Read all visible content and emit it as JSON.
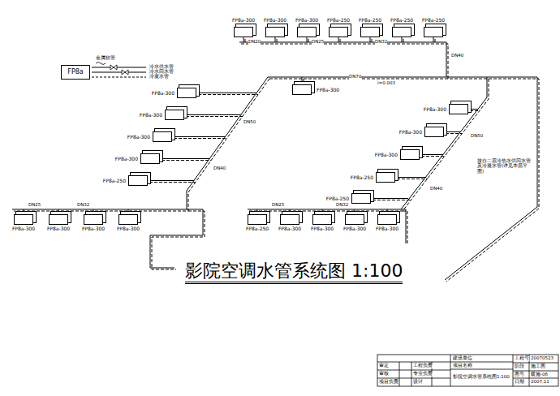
{
  "diagram": {
    "title": "影院空调水管系统图 1:100",
    "nodes": [
      {
        "text": [
          "FP8a"
        ]
      },
      {
        "text": [
          "FP8a-300"
        ]
      },
      {
        "text": [
          "FP8a-300"
        ]
      },
      {
        "text": [
          "FP8a-300"
        ]
      },
      {
        "text": [
          "FP8a-250"
        ]
      },
      {
        "text": [
          "FP8a-250"
        ]
      },
      {
        "text": [
          "FP8a-250"
        ]
      },
      {
        "text": [
          "FP8a-250"
        ]
      },
      {
        "text": [
          "FP8a-300"
        ]
      },
      {
        "text": [
          "FP8a-300"
        ]
      },
      {
        "text": [
          "FP8a-300"
        ]
      },
      {
        "text": [
          "FP8a-300"
        ]
      },
      {
        "text": [
          "FP8a-300"
        ]
      },
      {
        "text": [
          "FP8a-250"
        ]
      },
      {
        "text": [
          "FP8a-300"
        ]
      },
      {
        "text": [
          "FP8a-300"
        ]
      },
      {
        "text": [
          "FP8a-300"
        ]
      },
      {
        "text": [
          "FP8a-300"
        ]
      },
      {
        "text": [
          "FP8a-300"
        ]
      },
      {
        "text": [
          "FP8a-300"
        ]
      },
      {
        "text": [
          "FP8a-300"
        ]
      },
      {
        "text": [
          "FP8a-250"
        ]
      },
      {
        "text": [
          "FP8a-250"
        ]
      },
      {
        "text": [
          "FP8a-250"
        ]
      },
      {
        "text": [
          "FP8a-300"
        ]
      },
      {
        "text": [
          "FP8a-300"
        ]
      },
      {
        "text": [
          "FP8a-300"
        ]
      },
      {
        "text": [
          "FP8a-300"
        ]
      }
    ],
    "labels": [
      "金属软管",
      "冷水供水管",
      "冷水回水管",
      "冷凝水管",
      "DN20",
      "DN25",
      "DN32",
      "DN40",
      "DN70",
      "i=0.003",
      "DN50",
      "DN40",
      "DN32",
      "DN25",
      "DN50",
      "DN40",
      "DN32",
      "DN25",
      "接自二层冷热水供回水管及冷凝水管(详见本层平面)",
      "建设单位",
      "项目名称",
      "影院空调水管系统图1:100",
      "工程号",
      "20070523",
      "阶段",
      "施工图",
      "图号",
      "暖施-06",
      "日期",
      "2007.11",
      "审定",
      "工程负责",
      "审核",
      "专业负责",
      "项目负责",
      "设计"
    ]
  }
}
